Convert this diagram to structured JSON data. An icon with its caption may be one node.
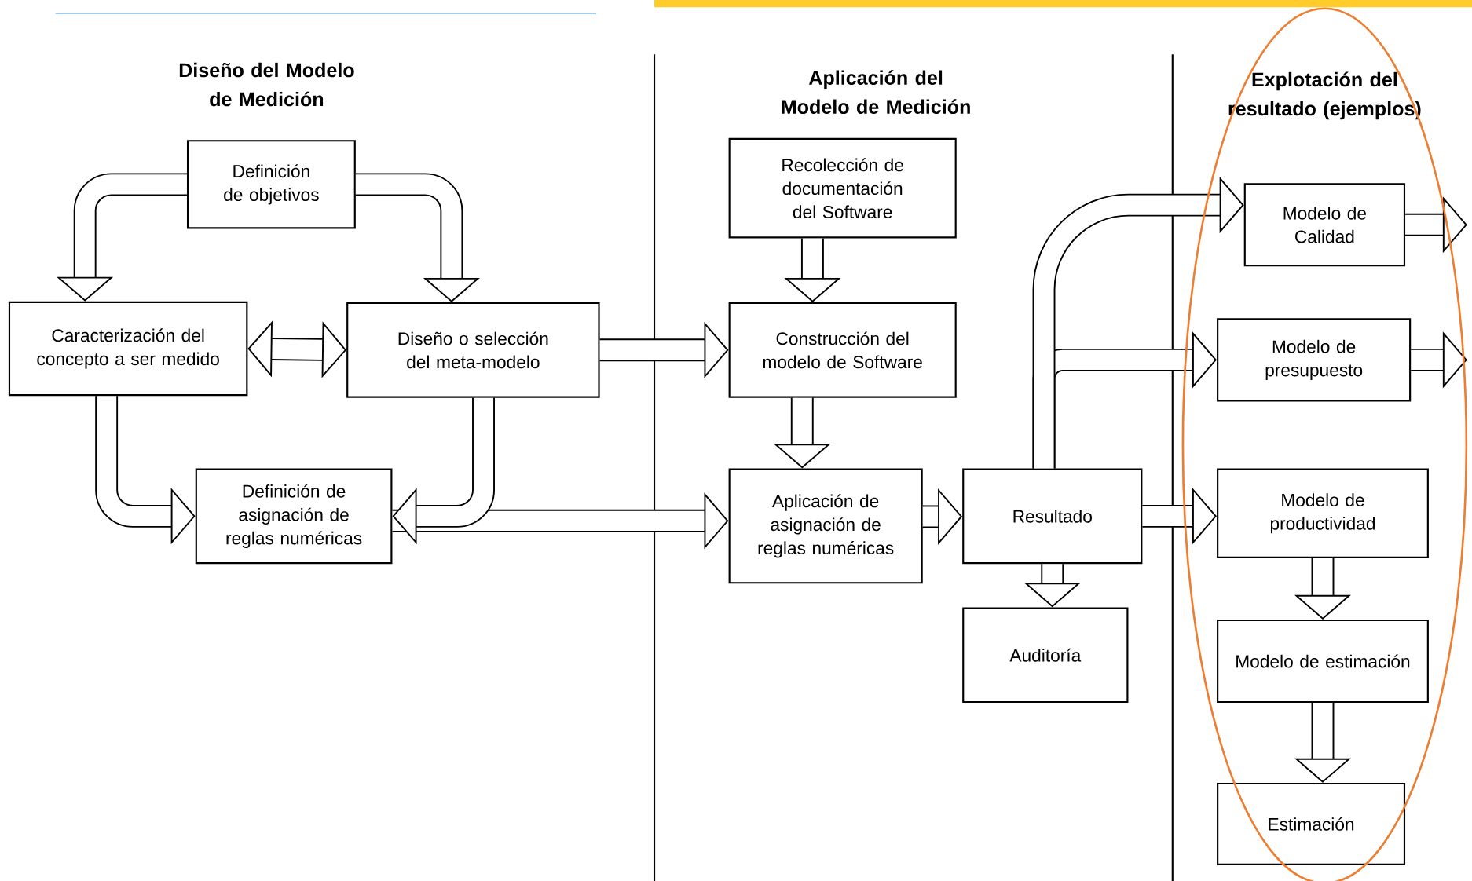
{
  "diagram": {
    "nodes": [
      {
        "text": [
          "Definición de objetivos"
        ]
      },
      {
        "text": [
          "Caracterización del concepto a ser medido"
        ]
      },
      {
        "text": [
          "Diseño o selección del meta-modelo"
        ]
      },
      {
        "text": [
          "Definición de asignación de reglas numéricas"
        ]
      },
      {
        "text": [
          "Recolección de documentación del Software"
        ]
      },
      {
        "text": [
          "Construcción del modelo de Software"
        ]
      },
      {
        "text": [
          "Aplicación de asignación de reglas numéricas"
        ]
      },
      {
        "text": [
          "Resultado"
        ]
      },
      {
        "text": [
          "Auditoría"
        ]
      },
      {
        "text": [
          "Modelo de Calidad"
        ]
      },
      {
        "text": [
          "Modelo de presupuesto"
        ]
      },
      {
        "text": [
          "Modelo de productividad"
        ]
      },
      {
        "text": [
          "Modelo de estimación"
        ]
      },
      {
        "text": [
          "Estimación"
        ]
      }
    ],
    "edges": [
      {
        "from": 0,
        "to": 1,
        "arrow": "to"
      },
      {
        "from": 0,
        "to": 2,
        "arrow": "to"
      },
      {
        "from": 1,
        "to": 2,
        "arrow": "both"
      },
      {
        "from": 1,
        "to": 3,
        "arrow": "to"
      },
      {
        "from": 2,
        "to": 3,
        "arrow": "to"
      },
      {
        "from": 2,
        "to": 5,
        "arrow": "to"
      },
      {
        "from": 3,
        "to": 6,
        "arrow": "to"
      },
      {
        "from": 4,
        "to": 5,
        "arrow": "to"
      },
      {
        "from": 5,
        "to": 6,
        "arrow": "to"
      },
      {
        "from": 6,
        "to": 7,
        "arrow": "to"
      },
      {
        "from": 7,
        "to": 8,
        "arrow": "to"
      },
      {
        "from": 7,
        "to": 10,
        "arrow": "to"
      },
      {
        "from": 7,
        "to": 9,
        "arrow": "to"
      },
      {
        "from": 7,
        "to": 11,
        "arrow": "to"
      },
      {
        "from": 11,
        "to": 12,
        "arrow": "to"
      },
      {
        "from": 12,
        "to": 13,
        "arrow": "to"
      },
      {
        "from": 9,
        "to": null,
        "arrow": "to"
      },
      {
        "from": 10,
        "to": null,
        "arrow": "to"
      }
    ],
    "labels": [
      "Diseño del Modelo de Medición",
      "Aplicación del Modelo de Medición",
      "Explotación del resultado (ejemplos)"
    ]
  }
}
